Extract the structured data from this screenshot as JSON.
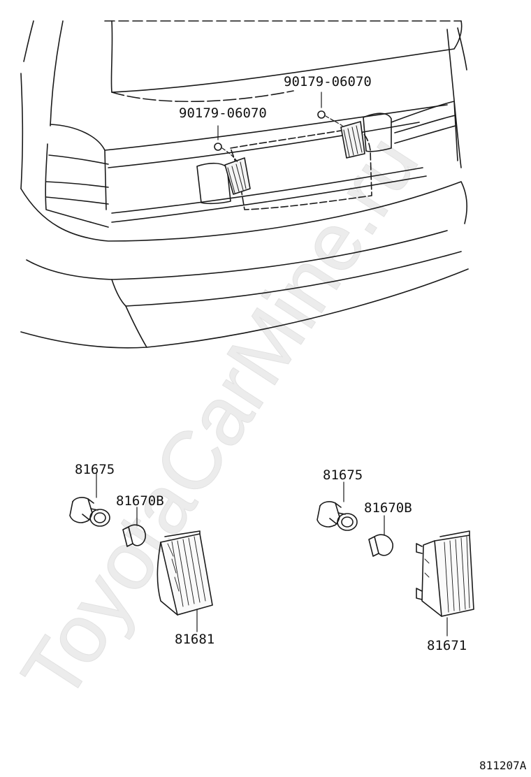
{
  "callouts": {
    "upper_screw_right": "90179-06070",
    "upper_screw_left": "90179-06070",
    "socket_left": "81675",
    "bulb_left": "81670B",
    "lamp_left": "81681",
    "socket_right": "81675",
    "bulb_right": "81670B",
    "lamp_right": "81671"
  },
  "figure_code": "811207A",
  "watermark_text": "ToyotaCarMine.ru",
  "colors": {
    "line": "#1a1a1a",
    "watermark": "#ececec"
  }
}
